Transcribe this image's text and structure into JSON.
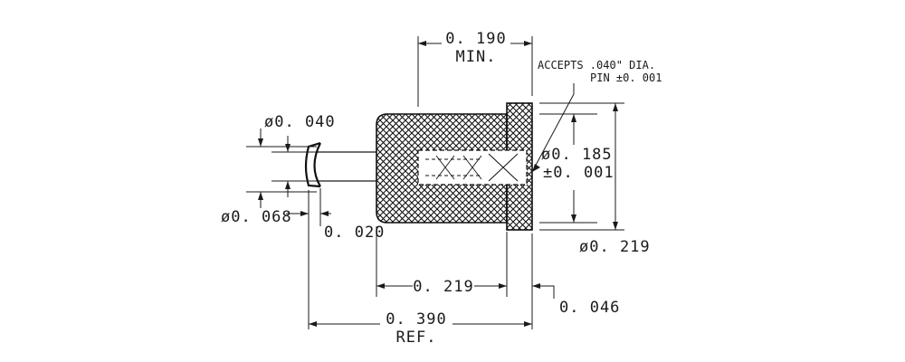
{
  "dimensions": {
    "min_length_value": "0. 190",
    "min_length_suffix": "MIN.",
    "pin_note_line1": "ACCEPTS .040\" DIA.",
    "pin_note_line2": "PIN ±0. 001",
    "tail_diameter": "ø0. 040",
    "bore_diameter_value": "ø0. 185",
    "bore_diameter_tol": "±0. 001",
    "tip_diameter": "ø0. 068",
    "tip_length": "0. 020",
    "flange_diameter": "ø0. 219",
    "body_length": "0. 219",
    "flange_thickness": "0. 046",
    "overall_length_value": "0. 390",
    "overall_length_suffix": "REF."
  }
}
